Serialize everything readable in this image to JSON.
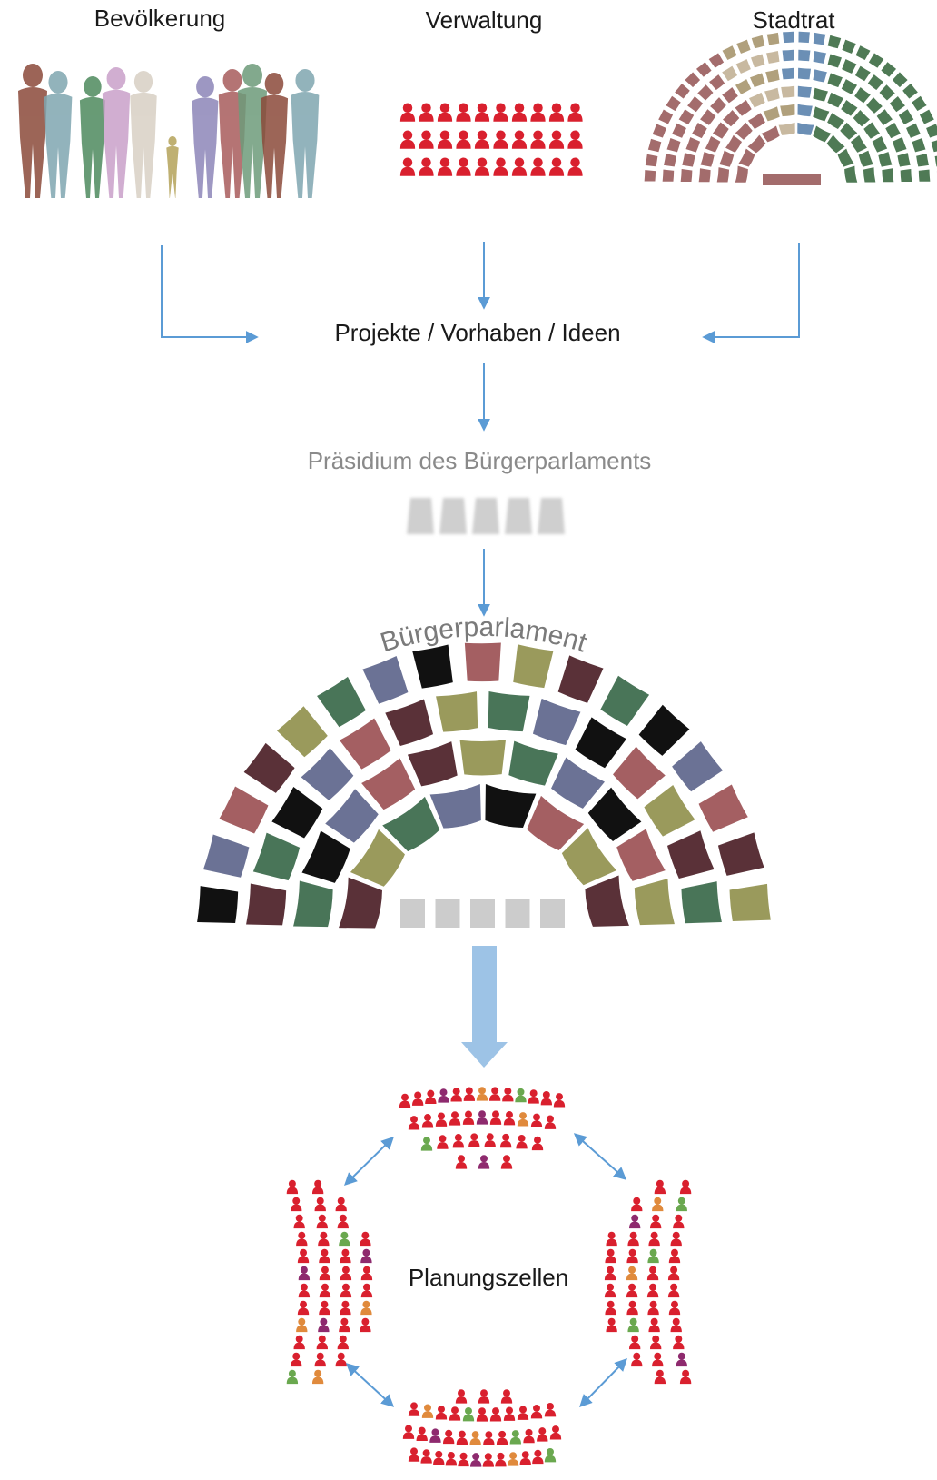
{
  "sources": [
    {
      "key": "population",
      "label": "Bevölkerung"
    },
    {
      "key": "administration",
      "label": "Verwaltung"
    },
    {
      "key": "council",
      "label": "Stadtrat"
    }
  ],
  "flow": {
    "projects_label": "Projekte / Vorhaben / Ideen",
    "presidium_label": "Präsidium des Bürgerparlaments",
    "parliament_label": "Bürgerparlament",
    "cells_label": "Planungszellen"
  },
  "colors": {
    "arrow": "#5b9bd5",
    "big_arrow": "#9dc3e6",
    "person_red": "#d9202e",
    "presidium_seat": "#cccccc",
    "seat_palette": [
      "#5a3138",
      "#6b7295",
      "#9a9a5c",
      "#a45f62",
      "#497558",
      "#111111"
    ],
    "council_palette": [
      "#a36c6c",
      "#6b8fb5",
      "#c8b9a0",
      "#4f7a55",
      "#b0a07c"
    ],
    "cell_palette": [
      "#d9202e",
      "#8e2a6e",
      "#e08a3c",
      "#6aa84f",
      "#c2185b"
    ],
    "silhouette_palette": [
      "#8b4a3a",
      "#7fa6b0",
      "#4e8a5e",
      "#c9a0c9",
      "#d8d0c4",
      "#b5a35a",
      "#8d86b8",
      "#a85c5c",
      "#6d9b7a"
    ]
  },
  "icons": {
    "population": "people-silhouettes-icon",
    "administration": "staff-figures-icon",
    "council": "council-chamber-icon",
    "presidium": "presidium-seats-icon",
    "parliament": "parliament-hemicycle-icon",
    "cells": "planning-cell-group-icon"
  }
}
